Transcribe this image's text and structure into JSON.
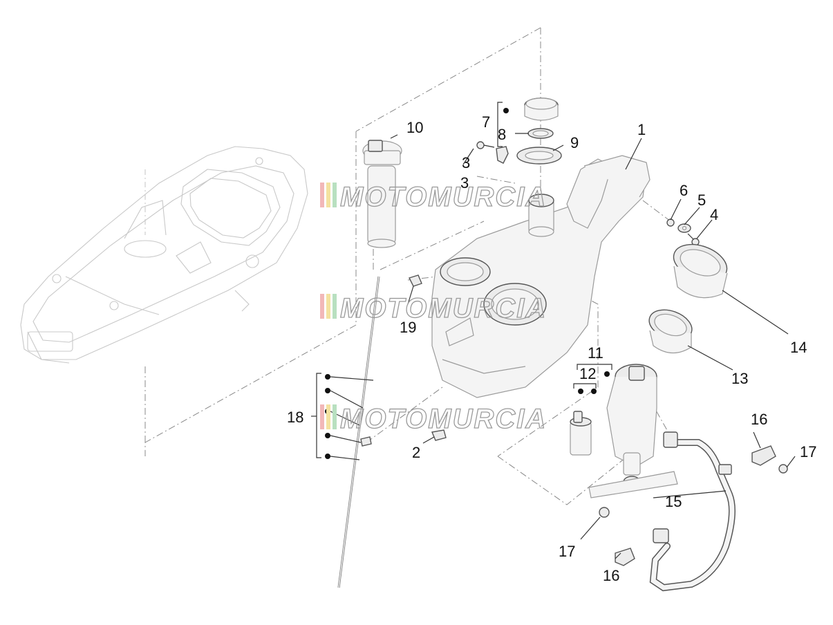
{
  "watermark": {
    "text": "MOTOMURCIA",
    "stripe_colors": [
      "#f2b8b8",
      "#f4e2a0",
      "#b8e0c0"
    ]
  },
  "callouts": [
    {
      "id": "c1",
      "label": "1"
    },
    {
      "id": "c2",
      "label": "2"
    },
    {
      "id": "c3a",
      "label": "3"
    },
    {
      "id": "c3b",
      "label": "3"
    },
    {
      "id": "c4",
      "label": "4"
    },
    {
      "id": "c5",
      "label": "5"
    },
    {
      "id": "c6",
      "label": "6"
    },
    {
      "id": "c7",
      "label": "7"
    },
    {
      "id": "c8",
      "label": "8"
    },
    {
      "id": "c9",
      "label": "9"
    },
    {
      "id": "c10",
      "label": "10"
    },
    {
      "id": "c11",
      "label": "11"
    },
    {
      "id": "c12",
      "label": "12"
    },
    {
      "id": "c13",
      "label": "13"
    },
    {
      "id": "c14",
      "label": "14"
    },
    {
      "id": "c15",
      "label": "15"
    },
    {
      "id": "c16a",
      "label": "16"
    },
    {
      "id": "c16b",
      "label": "16"
    },
    {
      "id": "c17a",
      "label": "17"
    },
    {
      "id": "c17b",
      "label": "17"
    },
    {
      "id": "c18",
      "label": "18"
    },
    {
      "id": "c19",
      "label": "19"
    }
  ]
}
